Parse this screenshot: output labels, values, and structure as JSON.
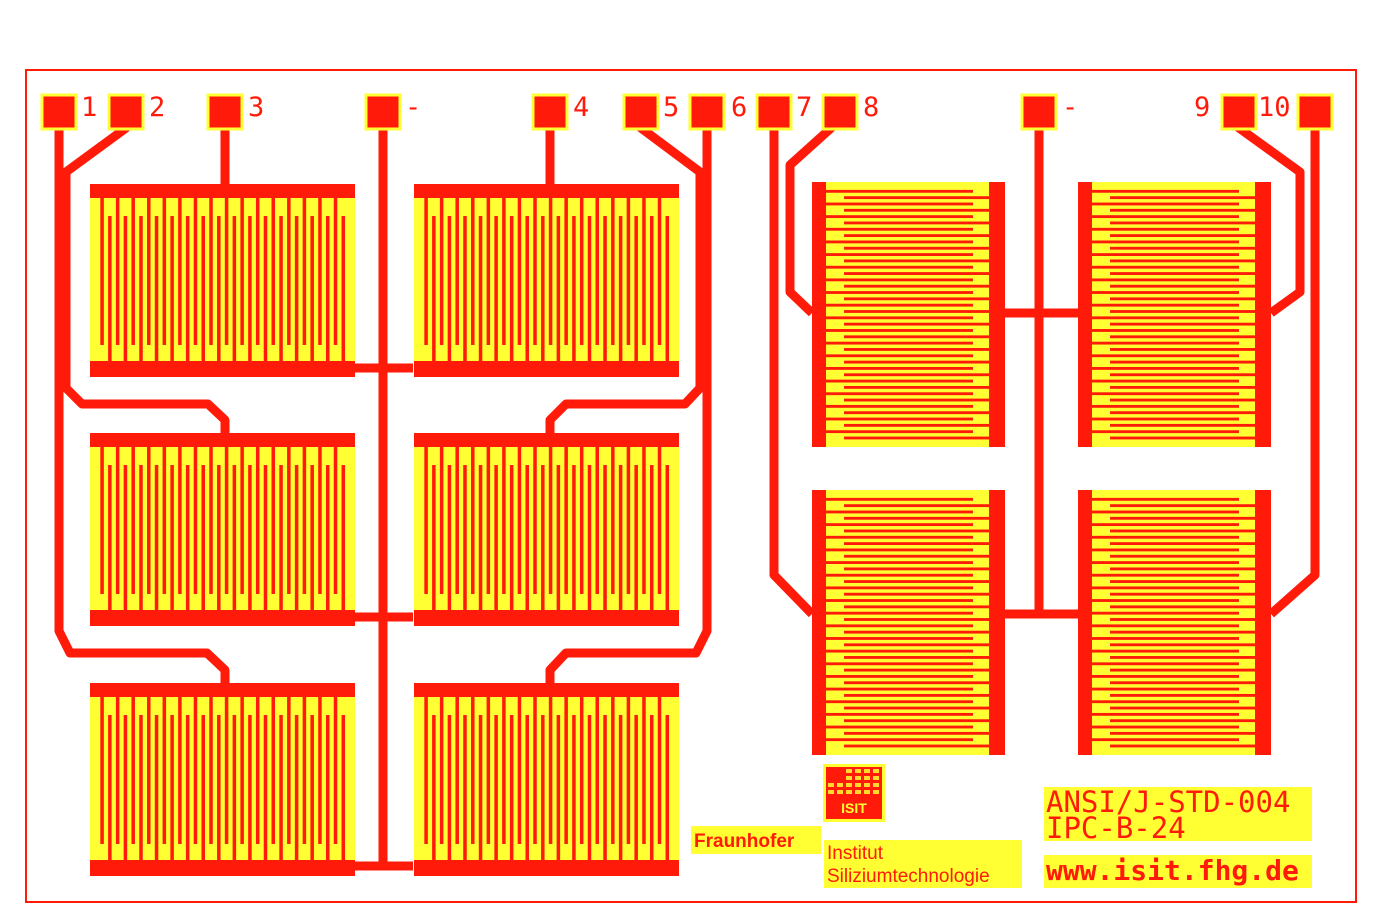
{
  "colors": {
    "copper": "#ff1a0a",
    "mask": "#ffff33",
    "background": "#ffffff"
  },
  "pads": [
    {
      "id": "1",
      "label": "1"
    },
    {
      "id": "2",
      "label": "2"
    },
    {
      "id": "3",
      "label": "3"
    },
    {
      "id": "gnd-left",
      "label": "-"
    },
    {
      "id": "4",
      "label": "4"
    },
    {
      "id": "5",
      "label": "5"
    },
    {
      "id": "6",
      "label": "6"
    },
    {
      "id": "7",
      "label": "7"
    },
    {
      "id": "8",
      "label": "8"
    },
    {
      "id": "gnd-right",
      "label": "-"
    },
    {
      "id": "9",
      "label": "9"
    },
    {
      "id": "10",
      "label": "10"
    }
  ],
  "standard": {
    "line1": "ANSI/J-STD-004",
    "line2": "IPC-B-24"
  },
  "url": "www.isit.fhg.de",
  "logo": {
    "brand": "Fraunhofer",
    "badge": "ISIT",
    "institute_line1": "Institut",
    "institute_line2": "Siliziumtechnologie"
  }
}
